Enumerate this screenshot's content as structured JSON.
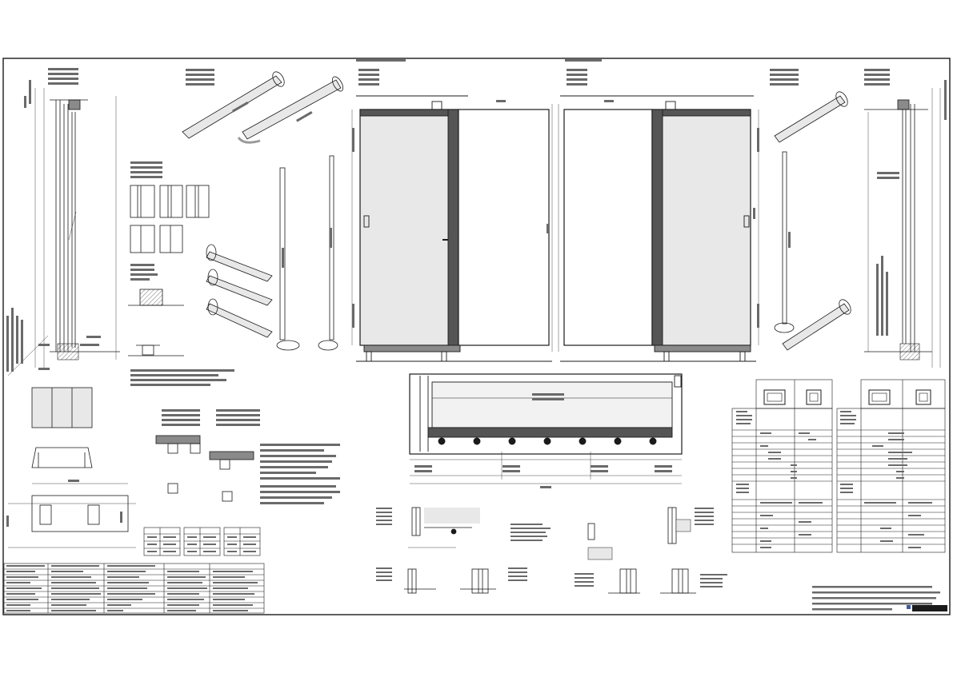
{
  "sheet": {
    "drawing_number": "",
    "title_block_notes": [
      "",
      "",
      "",
      ""
    ]
  },
  "colors": {
    "line": "#1a1a1a",
    "glass": "#e8e8e8",
    "glass_dark": "#d0d0d0",
    "fill_dark": "#555555",
    "fill_mid": "#8a8a8a",
    "accent": "#3a5da8"
  },
  "views": [
    {
      "id": "left-section-view",
      "kind": "section"
    },
    {
      "id": "handrail-detail-upper-left",
      "kind": "detail"
    },
    {
      "id": "front-elevation-left",
      "kind": "elevation"
    },
    {
      "id": "front-elevation-right",
      "kind": "elevation"
    },
    {
      "id": "handrail-detail-upper-right",
      "kind": "detail"
    },
    {
      "id": "right-section-view",
      "kind": "section"
    },
    {
      "id": "plan-view",
      "kind": "plan"
    },
    {
      "id": "option-table-left",
      "kind": "table"
    },
    {
      "id": "option-table-right",
      "kind": "table"
    },
    {
      "id": "parts-legend-table",
      "kind": "table"
    },
    {
      "id": "small-dimension-tables",
      "kind": "table"
    },
    {
      "id": "bottom-details",
      "kind": "detail"
    }
  ]
}
